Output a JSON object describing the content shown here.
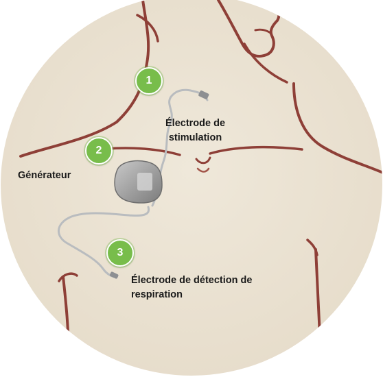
{
  "diagram": {
    "markers": [
      {
        "number": "1"
      },
      {
        "number": "2"
      },
      {
        "number": "3"
      }
    ],
    "labels": {
      "stimulation_electrode": [
        "Électrode de",
        "stimulation"
      ],
      "generator": "Générateur",
      "respiration_electrode": [
        "Électrode de détection de",
        "respiration"
      ]
    },
    "colors": {
      "skin": "#ece4d4",
      "outline": "#8e3f37",
      "badge": "#78bd4b",
      "device": "#9c9c9c",
      "lead": "#b9bcbf"
    }
  }
}
